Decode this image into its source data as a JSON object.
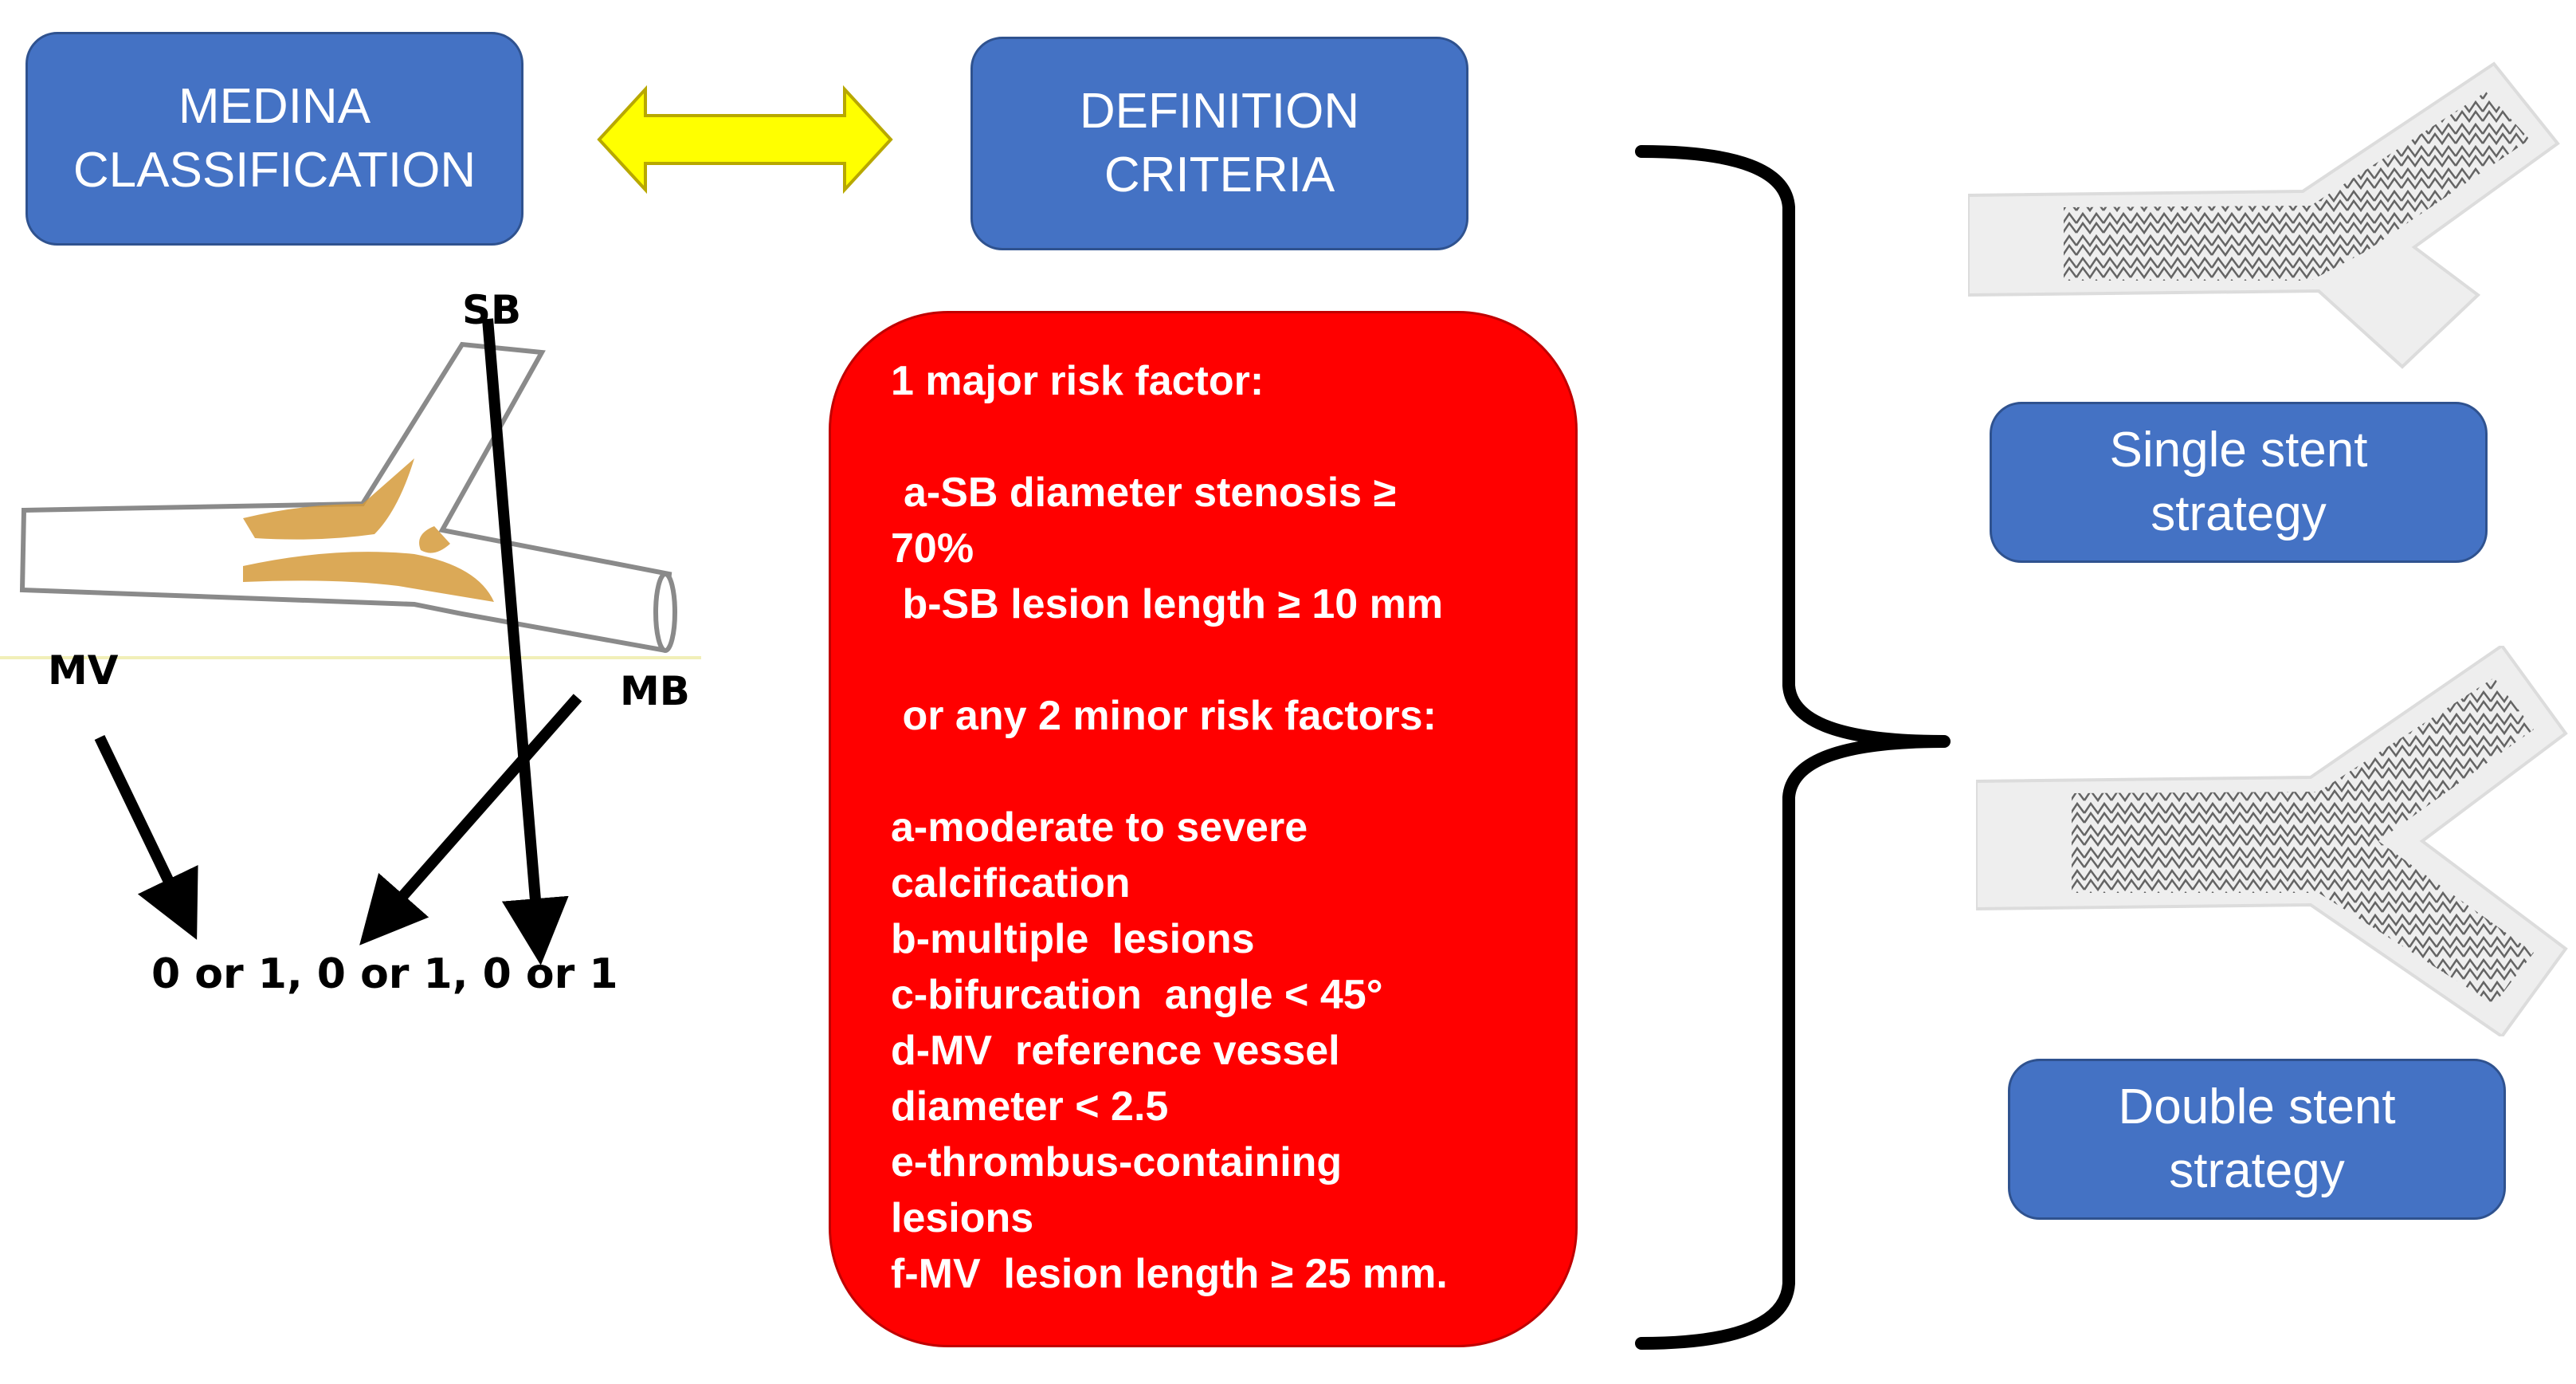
{
  "medina_box": {
    "lines": [
      "MEDINA",
      "CLASSIFICATION"
    ]
  },
  "definition_box": {
    "lines": [
      "DEFINITION",
      "CRITERIA"
    ]
  },
  "diagram_labels": {
    "sb": "SB",
    "mv": "MV",
    "mb": "MB",
    "code": "0 or 1, 0 or 1, 0 or 1"
  },
  "criteria": {
    "major_heading": "1 major risk factor:",
    "major_items": [
      "a-SB diameter stenosis ≥",
      "70%",
      " b-SB lesion length ≥ 10 mm"
    ],
    "minor_heading": " or any 2 minor risk factors:",
    "minor_items": [
      "a-moderate to severe",
      "calcification",
      "b-multiple  lesions",
      "c-bifurcation  angle < 45°",
      "d-MV  reference vessel",
      "diameter < 2.5",
      "e-thrombus-containing",
      "lesions",
      "f-MV  lesion length ≥ 25 mm."
    ]
  },
  "single_stent": {
    "lines": [
      "Single stent",
      "strategy"
    ]
  },
  "double_stent": {
    "lines": [
      "Double stent",
      "strategy"
    ]
  },
  "colors": {
    "box_blue": "#4472c4",
    "criteria_red": "#ff0000",
    "arrow_yellow": "#ffff00",
    "plaque": "#d59a3a"
  }
}
